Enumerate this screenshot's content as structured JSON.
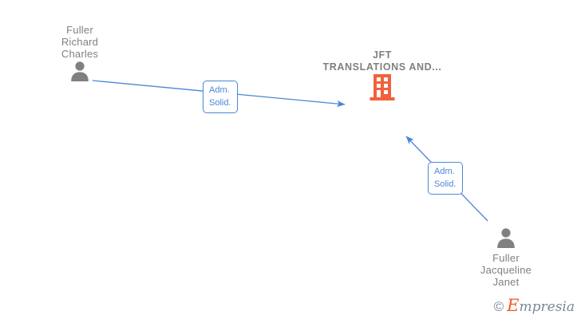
{
  "diagram": {
    "type": "entity-relationship-graph",
    "background_color": "#ffffff",
    "edge_color": "#4a86d8",
    "company_icon_color": "#f2613c",
    "person_icon_color": "#808080",
    "text_color": "#808080"
  },
  "company": {
    "name": "JFT\nTRANSLATIONS AND...",
    "icon": "building-icon"
  },
  "people": [
    {
      "name": "Fuller\nRichard\nCharles",
      "icon": "person-icon"
    },
    {
      "name": "Fuller\nJacqueline\nJanet",
      "icon": "person-icon"
    }
  ],
  "edges": [
    {
      "label": "Adm.\nSolid.",
      "from": "Fuller Richard Charles",
      "to": "JFT TRANSLATIONS AND..."
    },
    {
      "label": "Adm.\nSolid.",
      "from": "Fuller Jacqueline Janet",
      "to": "JFT TRANSLATIONS AND..."
    }
  ],
  "watermark": {
    "copyright": "©",
    "brand_first_letter": "E",
    "brand_rest": "mpresia"
  }
}
